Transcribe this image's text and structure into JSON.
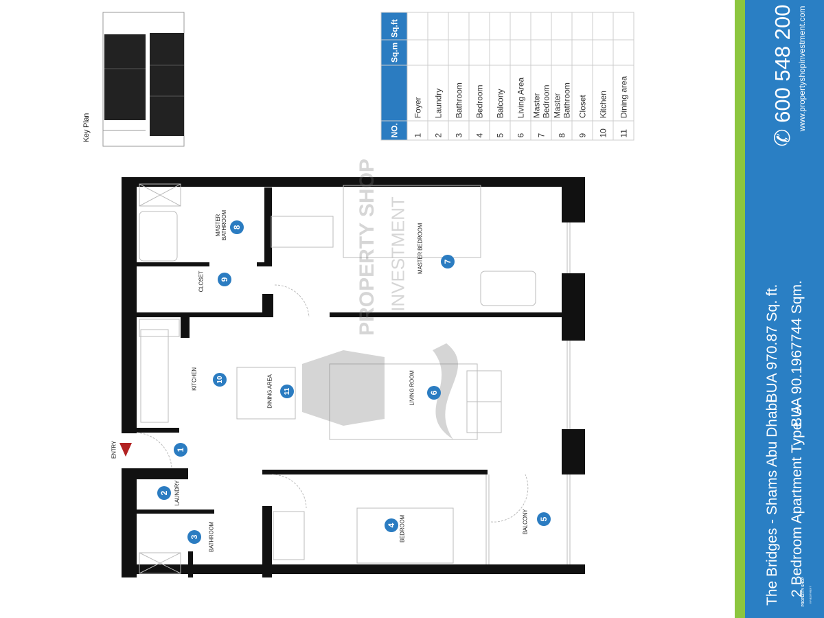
{
  "colors": {
    "brand_blue": "#2a7fc4",
    "accent_green": "#8cc63f",
    "badge_blue": "#2b7cc1",
    "entry_marker": "#b22222"
  },
  "key_plan": {
    "label": "Key Plan"
  },
  "area_table": {
    "headers": {
      "no": "NO.",
      "name": "",
      "sqm": "Sq.m",
      "sqft": "Sq.ft"
    },
    "rows": [
      {
        "no": "1",
        "name": "Foyer"
      },
      {
        "no": "2",
        "name": "Laundry"
      },
      {
        "no": "3",
        "name": "Bathroom"
      },
      {
        "no": "4",
        "name": "Bedroom"
      },
      {
        "no": "5",
        "name": "Balcony"
      },
      {
        "no": "6",
        "name": "Living Area"
      },
      {
        "no": "7",
        "name": "Master Bedroom"
      },
      {
        "no": "8",
        "name": "Master Bathroom"
      },
      {
        "no": "9",
        "name": "Closet"
      },
      {
        "no": "10",
        "name": "Kitchen"
      },
      {
        "no": "11",
        "name": "Dining area"
      }
    ]
  },
  "floor_plan": {
    "entry_label": "ENTRY",
    "rooms": [
      {
        "no": "1",
        "label": ""
      },
      {
        "no": "2",
        "label": "LAUNDRY"
      },
      {
        "no": "3",
        "label": "BATHROOM"
      },
      {
        "no": "4",
        "label": "BEDROOM"
      },
      {
        "no": "5",
        "label": "BALCONY"
      },
      {
        "no": "6",
        "label": "LIVING ROOM"
      },
      {
        "no": "7",
        "label": "MASTER BEDROOM"
      },
      {
        "no": "8",
        "label": "MASTER BATHROOM"
      },
      {
        "no": "9",
        "label": "CLOSET"
      },
      {
        "no": "10",
        "label": "KITCHEN"
      },
      {
        "no": "11",
        "label": "DINING AREA"
      }
    ],
    "watermark": {
      "line1": "PROPERTY SHOP",
      "line2": "INVESTMENT"
    }
  },
  "sidebar": {
    "project": "The Bridges - Shams Abu Dhabi",
    "unit_type": "2 Bedroom Apartment Type: A",
    "bua_sqft": "BUA 970.87 Sq. ft.",
    "bua_sqm": "BUA 90.1967744 Sqm.",
    "phone_icon": "phone-icon",
    "phone": "600 548 200",
    "website": "www.propertyshopinvestment.com",
    "logo_text": "PROPERTY SHOP",
    "logo_subtext": "INVESTMENT"
  }
}
